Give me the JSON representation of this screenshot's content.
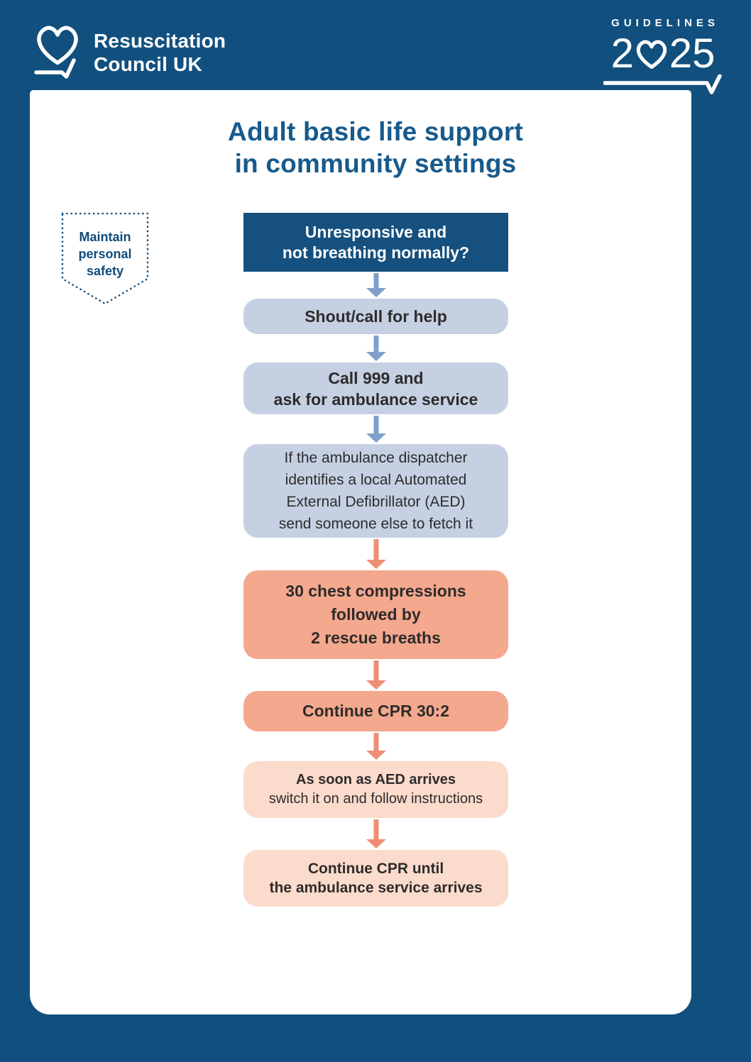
{
  "brand": {
    "line1": "Resuscitation",
    "line2": "Council UK"
  },
  "guidelines": {
    "label": "GUIDELINES",
    "year_left": "2",
    "year_right": "25"
  },
  "title": {
    "line1": "Adult basic life support",
    "line2": "in community settings"
  },
  "safety": {
    "line1": "Maintain",
    "line2": "personal",
    "line3": "safety"
  },
  "flow": {
    "steps": [
      {
        "name": "assess",
        "lines": [
          "Unresponsive and",
          "not breathing normally?"
        ]
      },
      {
        "name": "shout",
        "lines": [
          "Shout/call for help"
        ]
      },
      {
        "name": "call-999",
        "lines": [
          "Call 999 and",
          "ask for ambulance service"
        ]
      },
      {
        "name": "fetch-aed",
        "lines": [
          "If the ambulance dispatcher",
          "identifies a local Automated",
          "External Defibrillator (AED)",
          "send someone else to fetch it"
        ]
      },
      {
        "name": "compressions",
        "lines": [
          "30 chest compressions",
          "followed by",
          "2 rescue breaths"
        ]
      },
      {
        "name": "continue-cpr",
        "lines": [
          "Continue CPR 30:2"
        ]
      },
      {
        "name": "aed-arrives",
        "lines": [
          "As soon as AED arrives",
          "switch it on and follow instructions"
        ]
      },
      {
        "name": "cpr-until-arrival",
        "lines": [
          "Continue CPR until",
          "the ambulance service arrives"
        ]
      }
    ]
  },
  "colors": {
    "background_navy": "#11507E",
    "box_navy": "#15507E",
    "box_blue": "#C5D1E3",
    "box_salmon": "#F4A88D",
    "box_peach": "#FBDBCB",
    "arrow_blue": "#7FA0CA",
    "arrow_salmon": "#EE8F75",
    "title_blue": "#175A8C",
    "body_text": "#2E2B2C",
    "white": "#FFFFFF"
  }
}
